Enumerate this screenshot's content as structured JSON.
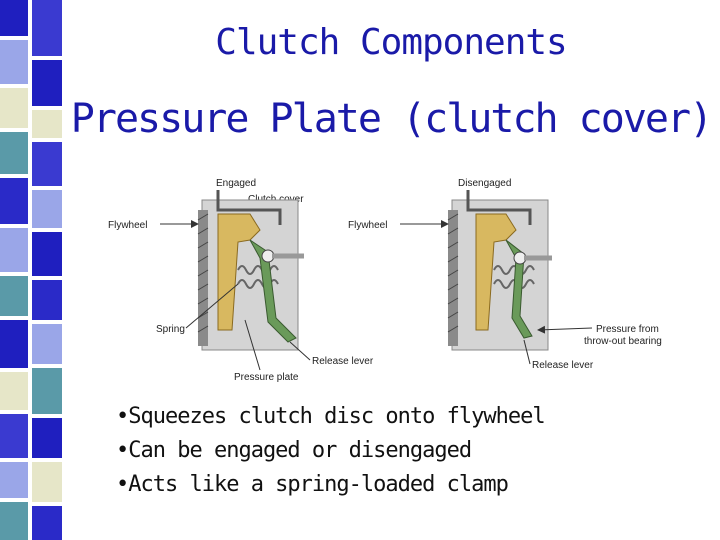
{
  "slide": {
    "title": "Clutch Components",
    "subtitle": "Pressure Plate (clutch cover)"
  },
  "diagram": {
    "engaged": {
      "heading": "Engaged",
      "labels": {
        "clutch_cover": "Clutch cover",
        "flywheel": "Flywheel",
        "spring": "Spring",
        "release_lever": "Release lever",
        "pressure_plate": "Pressure plate"
      }
    },
    "disengaged": {
      "heading": "Disengaged",
      "labels": {
        "flywheel": "Flywheel",
        "pressure_from": "Pressure from",
        "throw_out_bearing": "throw-out bearing",
        "release_lever": "Release lever"
      }
    }
  },
  "bullets": [
    "•Squeezes clutch disc onto flywheel",
    "•Can be engaged or disengaged",
    "•Acts like a spring-loaded clamp"
  ],
  "colors": {
    "title": "#1a1aa8",
    "stripe_dark": "#1f1fbf",
    "stripe_light": "#9aa6e8",
    "stripe_teal": "#5a9aa8",
    "stripe_cream": "#e6e6c8",
    "housing_gray": "#c8c8c8",
    "pressure_plate": "#d8b860",
    "lever_green": "#6a9a5a"
  }
}
